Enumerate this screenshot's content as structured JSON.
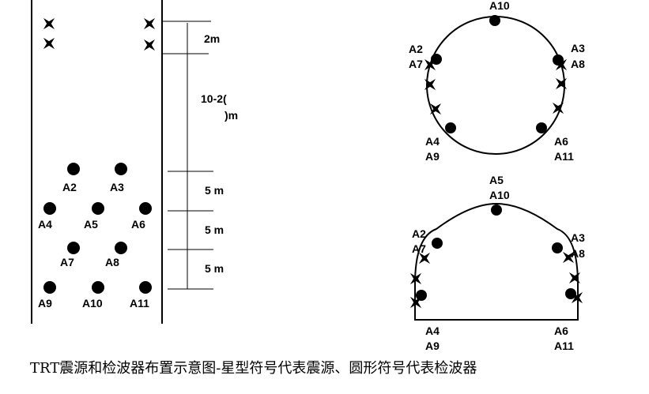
{
  "caption": "TRT震源和检波器布置示意图-星型符号代表震源、圆形符号代表检波器",
  "dimensions": {
    "d1": "2m",
    "d2_line1": "10-2(",
    "d2_line2": ")m",
    "d3": "5 m",
    "d4": "5 m",
    "d5": "5 m"
  },
  "plan_labels": {
    "a2": "A2",
    "a3": "A3",
    "a4": "A4",
    "a5": "A5",
    "a6": "A6",
    "a7": "A7",
    "a8": "A8",
    "a9": "A9",
    "a10": "A10",
    "a11": "A11"
  },
  "circle_labels": {
    "top": "A10",
    "left_l1": "A2",
    "left_l2": "A7",
    "right_l1": "A3",
    "right_l2": "A8",
    "bl_l1": "A4",
    "bl_l2": "A9",
    "br_l1": "A6",
    "br_l2": "A11"
  },
  "arch_labels": {
    "top_l1": "A5",
    "top_l2": "A10",
    "left_l1": "A2",
    "left_l2": "A7",
    "right_l1": "A3",
    "right_l2": "A8",
    "bl_l1": "A4",
    "bl_l2": "A9",
    "br_l1": "A6",
    "br_l2": "A11"
  }
}
